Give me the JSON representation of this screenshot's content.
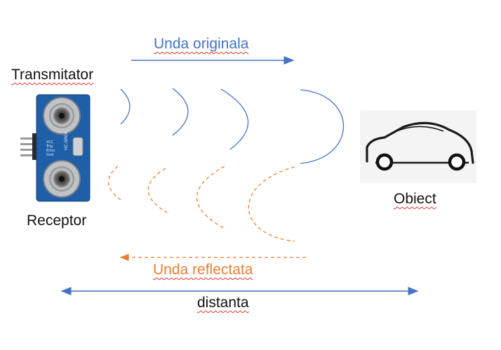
{
  "labels": {
    "transmitter": "Transmitator",
    "receiver": "Receptor",
    "object": "Obiect",
    "original_wave": "Unda originala",
    "reflected_wave": "Unda reflectata",
    "distance": "distanta"
  },
  "sensor": {
    "board_label": "HC-SR04",
    "pins": [
      "VCC",
      "Trig",
      "Echo",
      "Gnd"
    ]
  },
  "colors": {
    "original_wave": "#4472c4",
    "reflected_wave": "#ed7d31",
    "distance_arrow": "#4472c4",
    "sensor_board": "#1f5fa8"
  }
}
